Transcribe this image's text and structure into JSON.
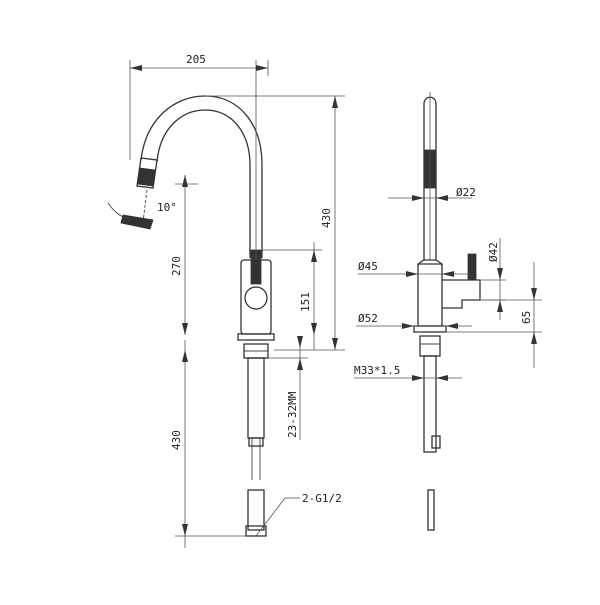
{
  "diagram": {
    "front_view": {
      "dim_width": "205",
      "dim_height_total": "430",
      "dim_spout_height": "270",
      "dim_handle": "151",
      "dim_pullout_angle": "10°",
      "dim_below_deck": "430",
      "dim_deck_thickness": "23-32MM",
      "hose_connection": "2-G1/2"
    },
    "side_view": {
      "dia_spout": "Ø22",
      "dia_body": "Ø45",
      "dia_handle": "Ø42",
      "dia_base": "Ø52",
      "dim_handle_height": "65",
      "thread": "M33*1.5"
    }
  }
}
